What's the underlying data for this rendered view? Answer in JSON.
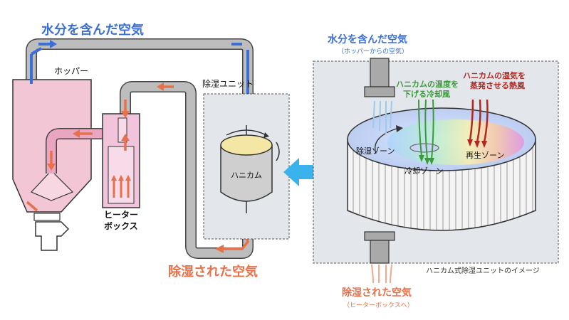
{
  "left": {
    "title_in": "水分を含んだ空気",
    "hopper": "ホッパー",
    "dehumid_unit": "除湿ユニット",
    "honeycomb": "ハニカム",
    "heater_box_1": "ヒーター",
    "heater_box_2": "ボックス",
    "title_out": "除湿された空気"
  },
  "right": {
    "title_in": "水分を含んだ空気",
    "title_in_sub": "（ホッパーからの空気）",
    "cooling_note_1": "ハニカムの温度を",
    "cooling_note_2": "下げる冷却風",
    "hot_note_1": "ハニカムの湿気を",
    "hot_note_2": "蒸発させる熱風",
    "zone_dehumid": "除湿ゾーン",
    "zone_regen": "再生ゾーン",
    "zone_cool": "冷却ゾーン",
    "caption": "ハニカム式除湿ユニットのイメージ",
    "title_out": "除湿された空気",
    "title_out_sub": "（ヒーターボックスへ）"
  },
  "colors": {
    "blue": "#3b6fd6",
    "orange": "#e8714a",
    "green": "#3c9a3c",
    "red": "#b3261e",
    "pipe": "#bdbdbd",
    "hopper": "#f3c6d6",
    "panel": "#e3e7ec",
    "big_arrow": "#3ab3ec"
  }
}
